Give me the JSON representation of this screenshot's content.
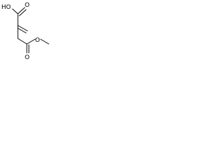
{
  "molecule": {
    "atoms": {
      "hydroxyl": "HO",
      "carbonyl_oxygen_top": "O",
      "ester_oxygen": "O",
      "carbonyl_oxygen_bottom": "O"
    }
  }
}
